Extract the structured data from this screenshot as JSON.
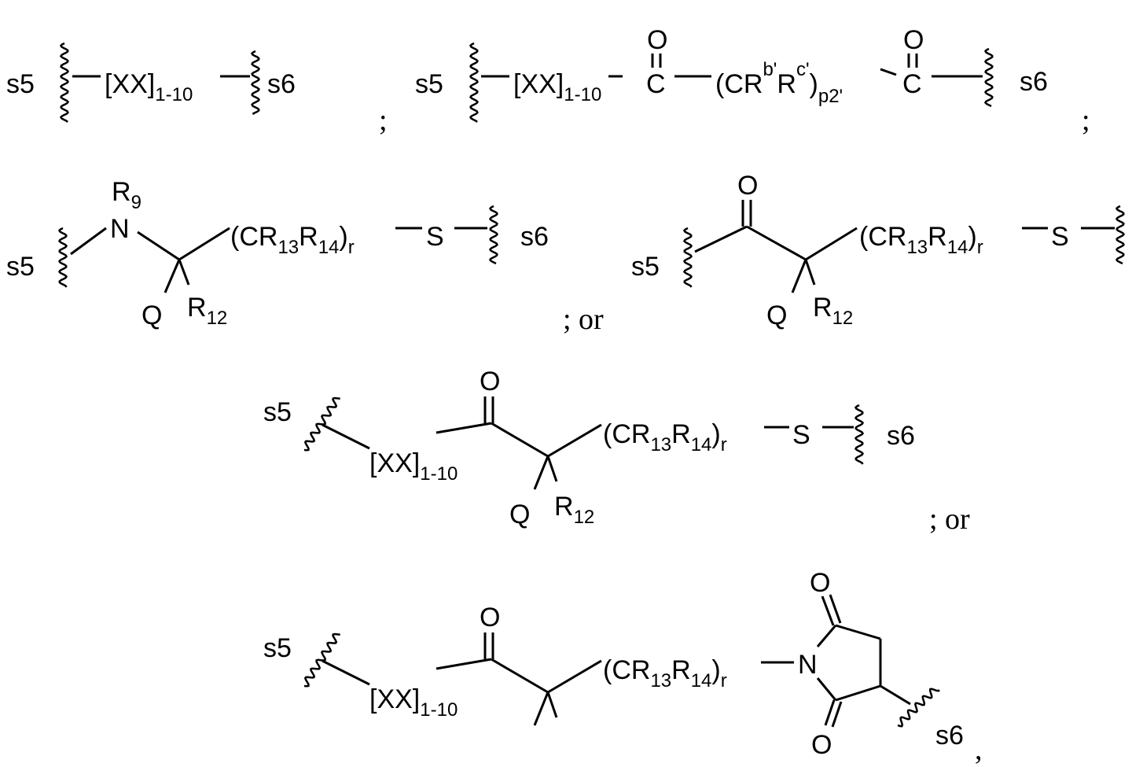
{
  "s1": {
    "s5": "s5",
    "xx": "[XX]",
    "xx_sub": "1-10",
    "s6": "s6",
    "sep": ";"
  },
  "s2": {
    "s5": "s5",
    "xx": "[XX]",
    "xx_sub": "1-10",
    "c1": "C",
    "o1": "O",
    "group_open": "(CR",
    "sup_b": "b'",
    "r": "R",
    "sup_c": "c'",
    "group_close": ")",
    "group_sub": "p2'",
    "c2": "C",
    "o2": "O",
    "s6": "s6",
    "sep": ";"
  },
  "s3": {
    "s5": "s5",
    "r9": "R",
    "r9_sub": "9",
    "n": "N",
    "group": "(CR",
    "sub13": "13",
    "r14": "R",
    "sub14": "14",
    "close": ")",
    "sub_r": "r",
    "s": "S",
    "s6": "s6",
    "q": "Q",
    "r12": "R",
    "r12_sub": "12",
    "sep": "; or"
  },
  "s4": {
    "s5": "s5",
    "o": "O",
    "group": "(CR",
    "sub13": "13",
    "r14": "R",
    "sub14": "14",
    "close": ")",
    "sub_r": "r",
    "s": "S",
    "q": "Q",
    "r12": "R",
    "r12_sub": "12"
  },
  "s5": {
    "s5": "s5",
    "xx": "[XX]",
    "xx_sub": "1-10",
    "o": "O",
    "group": "(CR",
    "sub13": "13",
    "r14": "R",
    "sub14": "14",
    "close": ")",
    "sub_r": "r",
    "s": "S",
    "s6": "s6",
    "q": "Q",
    "r12": "R",
    "r12_sub": "12",
    "sep": "; or"
  },
  "s6": {
    "s5": "s5",
    "xx": "[XX]",
    "xx_sub": "1-10",
    "o": "O",
    "group": "(CR",
    "sub13": "13",
    "r14": "R",
    "sub14": "14",
    "close": ")",
    "sub_r": "r",
    "n": "N",
    "o_top": "O",
    "o_bottom": "O",
    "s6": "s6",
    "sep": ","
  }
}
